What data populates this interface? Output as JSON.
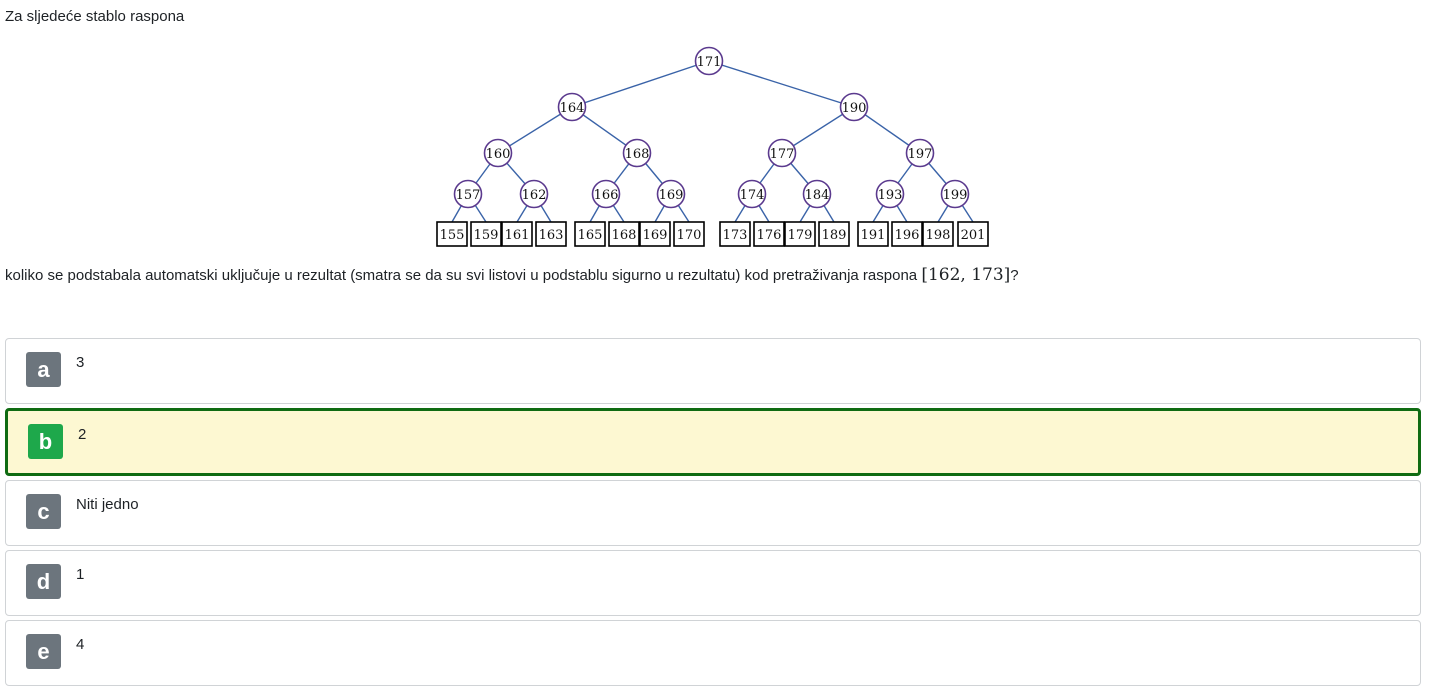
{
  "intro_text": "Za sljedeće stablo raspona",
  "question": {
    "text_before": "koliko se podstabala automatski uključuje u rezultat (smatra se da su svi listovi u podstablu sigurno u rezultatu) kod pretraživanja raspona ",
    "range": "[162, 173]",
    "text_after": "?"
  },
  "tree": {
    "root": "171",
    "level1": [
      "164",
      "190"
    ],
    "level2": [
      "160",
      "168",
      "177",
      "197"
    ],
    "level3": [
      "157",
      "162",
      "166",
      "169",
      "174",
      "184",
      "193",
      "199"
    ],
    "leaves": [
      "155",
      "159",
      "161",
      "163",
      "165",
      "168",
      "169",
      "170",
      "173",
      "176",
      "179",
      "189",
      "191",
      "196",
      "198",
      "201"
    ],
    "colors": {
      "edge": "#3a63a8",
      "node": "#5b3a8e",
      "leaf": "#000000"
    }
  },
  "answers": [
    {
      "letter": "a",
      "label": "3",
      "selected": false
    },
    {
      "letter": "b",
      "label": "2",
      "selected": true
    },
    {
      "letter": "c",
      "label": "Niti jedno",
      "selected": false
    },
    {
      "letter": "d",
      "label": "1",
      "selected": false
    },
    {
      "letter": "e",
      "label": "4",
      "selected": false
    }
  ]
}
